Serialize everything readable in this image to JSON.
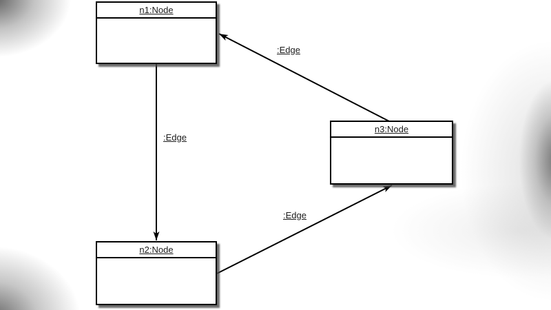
{
  "diagram": {
    "nodes": [
      {
        "id": "n1",
        "title": "n1:Node"
      },
      {
        "id": "n2",
        "title": "n2:Node"
      },
      {
        "id": "n3",
        "title": "n3:Node"
      }
    ],
    "edges": [
      {
        "label": ":Edge",
        "from": "n1",
        "to": "n2",
        "direction": "n1 bottom to n2 top, arrowhead at n2"
      },
      {
        "label": ":Edge",
        "from": "n3",
        "to": "n1",
        "direction": "n3 top to n1 right side, arrowhead at n1"
      },
      {
        "label": ":Edge",
        "from": "n2",
        "to": "n3",
        "direction": "n2 right side to n3 bottom, arrowhead at n3"
      }
    ],
    "colors": {
      "node_fill": "#ffffff",
      "node_border": "#000000",
      "node_shadow": "#4b4b4b",
      "text": "#1c1c1c",
      "canvas_background": "#ffffff",
      "edge_vignette_gray": "#8a8a8a"
    }
  }
}
